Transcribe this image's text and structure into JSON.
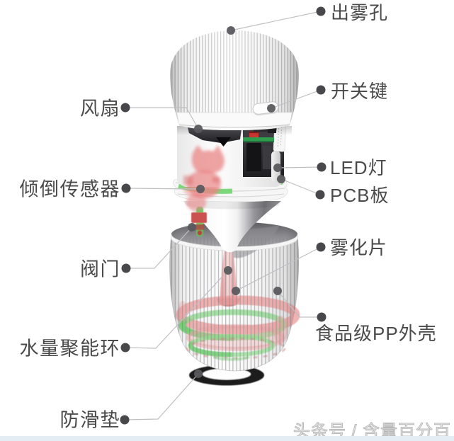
{
  "labels": {
    "mist_outlet": "出雾孔",
    "power_button": "开关键",
    "fan": "风扇",
    "led_light": "LED灯",
    "pcb_board": "PCB板",
    "tilt_sensor": "倾倒传感器",
    "atomizer": "雾化片",
    "valve": "阀门",
    "pp_shell": "食品级PP外壳",
    "water_ring": "水量聚能环",
    "antislip_pad": "防滑垫"
  },
  "watermark": "头条号 / 含量百分百",
  "colors": {
    "label_text": "#4a4a4a",
    "watermark_gray": "#b8b8b8",
    "footer_strip": "#e4edf4",
    "accent_red": "#e98585",
    "accent_green": "#6fd66f",
    "pcb_green": "#2e9e4e"
  }
}
